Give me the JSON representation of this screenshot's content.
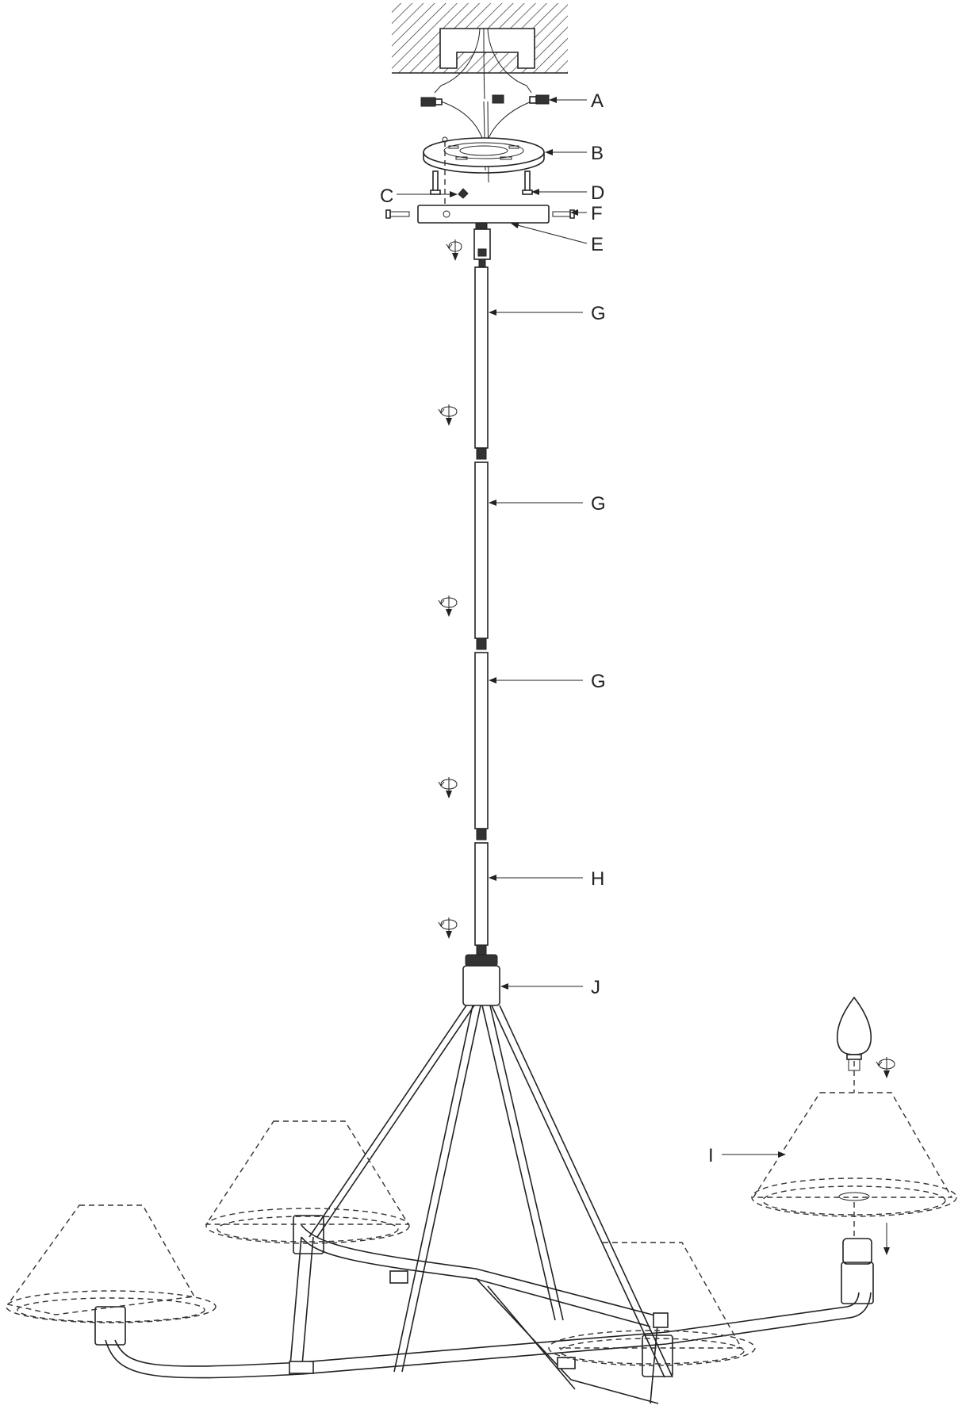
{
  "labels": {
    "A": "A",
    "B": "B",
    "C": "C",
    "D": "D",
    "E": "E",
    "F": "F",
    "G1": "G",
    "G2": "G",
    "G3": "G",
    "H": "H",
    "J": "J",
    "I": "I"
  },
  "icons": {
    "rotate": "rotate-arrow-icon",
    "down": "down-arrow-icon"
  },
  "colors": {
    "line": "#222222",
    "background": "#ffffff"
  }
}
